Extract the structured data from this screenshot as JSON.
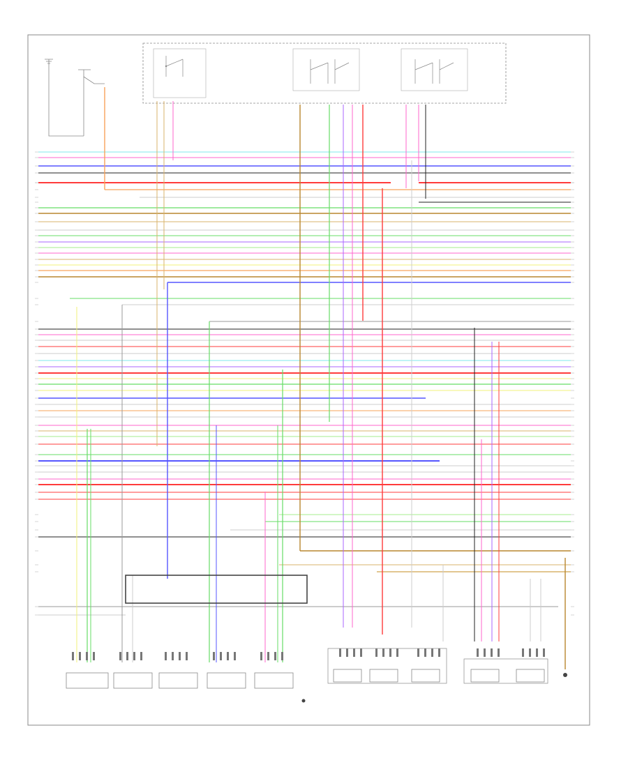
{
  "footer_id": "",
  "colors": {
    "orange": "#f7a35a",
    "pink": "#ff66cc",
    "blue": "#5555ff",
    "red": "#ff3b3b",
    "green": "#66dd66",
    "tan": "#d9b36b",
    "brown": "#b8862e",
    "gray": "#999999",
    "cyan": "#7fe8ee",
    "yellow": "#f2f27a",
    "violet": "#aa66ff",
    "ltgray": "#cccccc",
    "black": "#222222",
    "ltgreen": "#a6ee8c"
  },
  "components": [
    {
      "id": "relay-box-left",
      "label": ""
    },
    {
      "id": "relay-box-mid",
      "label": ""
    },
    {
      "id": "relay-box-right",
      "label": ""
    },
    {
      "id": "ground-left",
      "label": ""
    },
    {
      "id": "switch-left",
      "label": ""
    }
  ],
  "bottom_modules": [
    {
      "id": "module-1",
      "label": ""
    },
    {
      "id": "module-2",
      "label": ""
    },
    {
      "id": "module-3",
      "label": ""
    },
    {
      "id": "module-4",
      "label": ""
    },
    {
      "id": "module-5",
      "label": ""
    },
    {
      "id": "module-6",
      "label": ""
    },
    {
      "id": "module-7",
      "label": ""
    },
    {
      "id": "module-8",
      "label": ""
    },
    {
      "id": "module-9",
      "label": ""
    },
    {
      "id": "module-10",
      "label": ""
    }
  ]
}
